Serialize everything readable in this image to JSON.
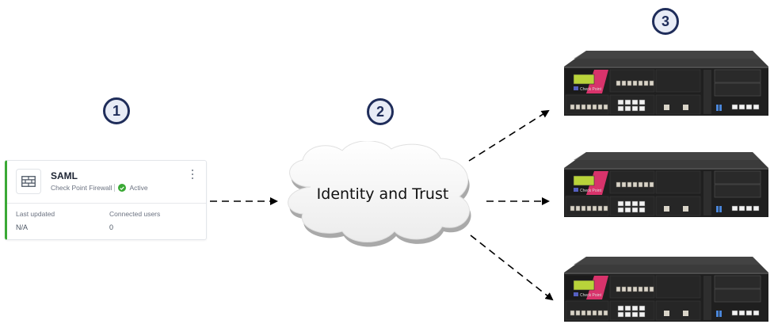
{
  "steps": [
    {
      "number": "1"
    },
    {
      "number": "2"
    },
    {
      "number": "3"
    }
  ],
  "identity_card": {
    "title": "SAML",
    "provider": "Check Point Firewall",
    "status": "Active",
    "status_color": "#3aa935",
    "icon": "firewall-brick-icon",
    "more_icon": "kebab-menu-icon",
    "fields": [
      {
        "label": "Last updated",
        "value": "N/A"
      },
      {
        "label": "Connected users",
        "value": "0"
      }
    ]
  },
  "cloud": {
    "label": "Identity and Trust"
  },
  "devices": [
    {
      "name": "Check Point security gateway",
      "brand": "Check Point"
    },
    {
      "name": "Check Point security gateway",
      "brand": "Check Point"
    },
    {
      "name": "Check Point security gateway",
      "brand": "Check Point"
    }
  ],
  "colors": {
    "badge_border": "#1f2d5a",
    "badge_fill": "#e8ecf6",
    "accent_green": "#3aa935",
    "device_accent": "#d8336b"
  }
}
